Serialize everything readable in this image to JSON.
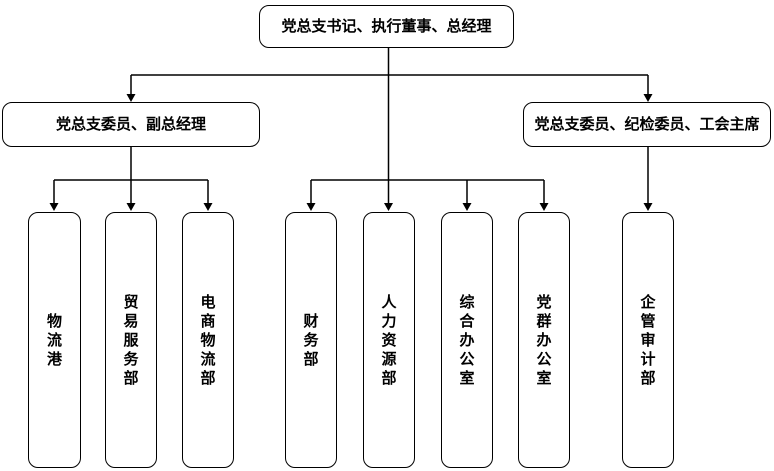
{
  "diagram": {
    "title": "organization-chart",
    "root": {
      "label": "党总支书记、执行董事、总经理"
    },
    "level2": [
      {
        "label": "党总支委员、副总经理"
      },
      {
        "label": "党总支委员、纪检委员、工会主席"
      }
    ],
    "departments": [
      {
        "label": "物流港"
      },
      {
        "label": "贸易服务部"
      },
      {
        "label": "电商物流部"
      },
      {
        "label": "财务部"
      },
      {
        "label": "人力资源部"
      },
      {
        "label": "综合办公室"
      },
      {
        "label": "党群办公室"
      },
      {
        "label": "企管审计部"
      }
    ],
    "colors": {
      "line": "#000000",
      "box_border": "#000000",
      "box_fill": "#ffffff",
      "text": "#000000"
    }
  }
}
